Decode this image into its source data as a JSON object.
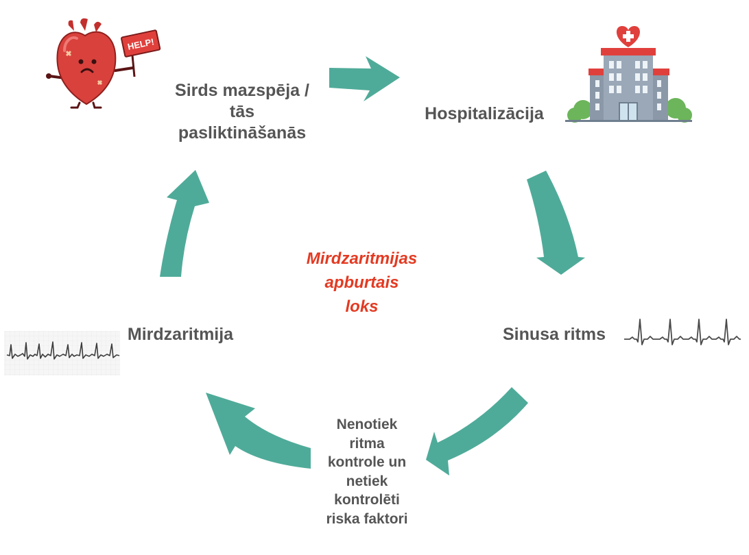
{
  "diagram": {
    "title_lines": [
      "Mirdzaritmijas",
      "apburtais",
      "loks"
    ],
    "nodes": {
      "heart_failure": {
        "lines": [
          "Sirds mazspēja /",
          "tās",
          "pasliktināšanās"
        ],
        "icon": "sad-heart-help-sign-icon",
        "sign_text": "HELP!"
      },
      "hospitalization": {
        "lines": [
          "Hospitalizācija"
        ],
        "icon": "hospital-icon"
      },
      "sinus_rhythm": {
        "lines": [
          "Sinusa ritms"
        ],
        "icon": "sinus-ecg-trace-icon"
      },
      "no_control": {
        "lines": [
          "Nenotiek",
          "ritma",
          "kontrole un",
          "netiek",
          "kontrolēti",
          "riska faktori"
        ]
      },
      "atrial_fibrillation": {
        "lines": [
          "Mirdzaritmija"
        ],
        "icon": "af-ecg-strip-icon"
      }
    },
    "colors": {
      "arrow": "#4fab99",
      "label": "#555555",
      "title": "#e33a22",
      "heart": "#d9413d",
      "sign": "#e0403c",
      "hospital_roof": "#e0403c",
      "hospital_wall": "#8a98a8",
      "bush": "#6cb55b"
    }
  }
}
